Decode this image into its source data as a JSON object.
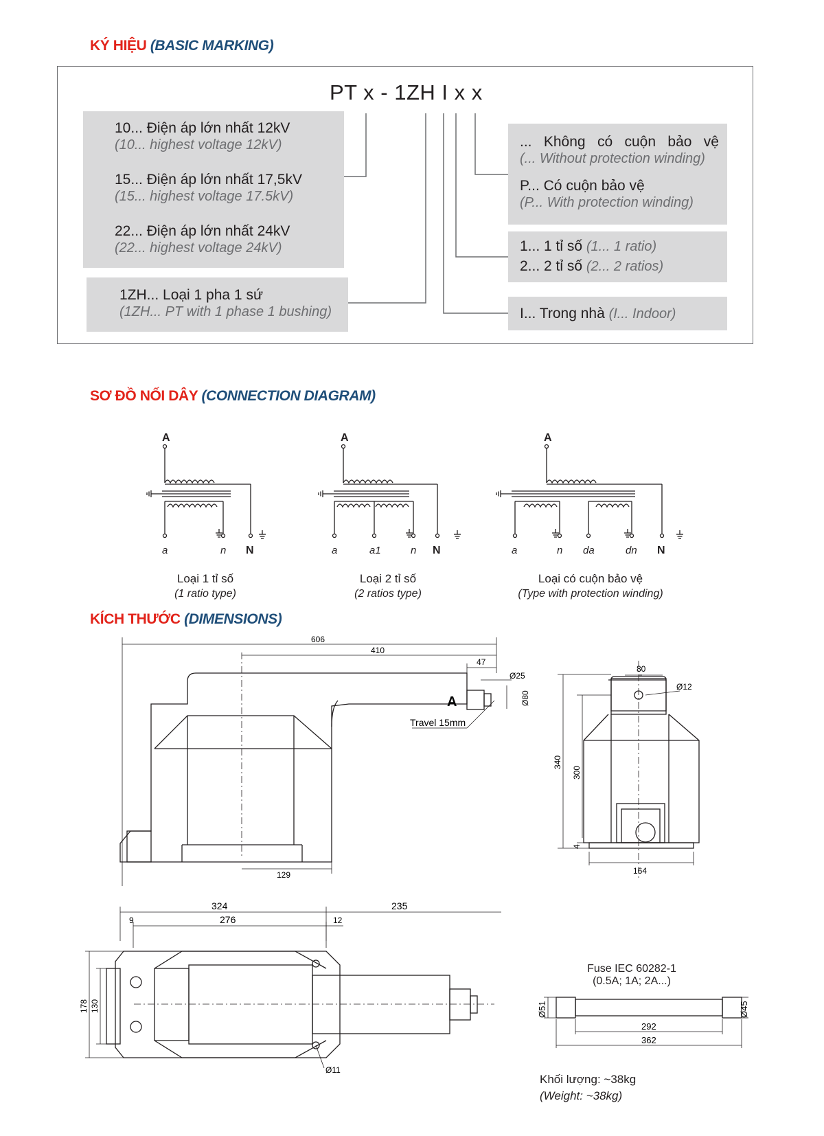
{
  "sections": {
    "marking_vn": "KÝ HIỆU",
    "marking_en": "(BASIC MARKING)",
    "connection_vn": "SƠ ĐỒ NỐI DÂY",
    "connection_en": "(CONNECTION DIAGRAM)",
    "dimensions_vn": "KÍCH THƯỚC",
    "dimensions_en": "(DIMENSIONS)"
  },
  "marking": {
    "code": "PT x - 1ZH I x x",
    "voltage": [
      {
        "vn": "10... Điện áp lớn nhất 12kV",
        "en": "(10... highest voltage 12kV)"
      },
      {
        "vn": "15... Điện áp lớn nhất 17,5kV",
        "en": "(15... highest voltage 17.5kV)"
      },
      {
        "vn": "22... Điện áp lớn nhất 24kV",
        "en": "(22... highest voltage 24kV)"
      }
    ],
    "type": {
      "vn": "1ZH... Loại 1 pha 1 sứ",
      "en": "(1ZH... PT with 1 phase 1 bushing)"
    },
    "protection": [
      {
        "vn": "... Không có cuộn bảo vệ",
        "en": "(... Without protection winding)"
      },
      {
        "vn": "P... Có cuộn bảo vệ",
        "en": "(P... With protection winding)"
      }
    ],
    "ratios": [
      {
        "vn": "1... 1 tỉ số",
        "en": "(1... 1 ratio)"
      },
      {
        "vn": "2... 2 tỉ số",
        "en": "(2... 2 ratios)"
      }
    ],
    "indoor": {
      "vn": "I... Trong nhà",
      "en": "(I... Indoor)"
    }
  },
  "connection": {
    "terminal_A": "A",
    "terminal_N": "N",
    "diagrams": [
      {
        "caption_vn": "Loại 1 tỉ số",
        "caption_en": "(1 ratio type)",
        "labels": [
          "a",
          "n"
        ]
      },
      {
        "caption_vn": "Loại 2 tỉ số",
        "caption_en": "(2 ratios type)",
        "labels": [
          "a",
          "a1",
          "n"
        ]
      },
      {
        "caption_vn": "Loại có cuộn bảo vệ",
        "caption_en": "(Type with protection winding)",
        "labels": [
          "a",
          "n",
          "da",
          "dn"
        ]
      }
    ]
  },
  "dimensions": {
    "side": {
      "d606": "606",
      "d410": "410",
      "d47": "47",
      "d25": "Ø25",
      "d80": "Ø80",
      "terminal": "A",
      "travel": "Travel 15mm",
      "d129": "129"
    },
    "front": {
      "d80": "80",
      "d12": "Ø12",
      "d340": "340",
      "d300": "300",
      "d4": "4",
      "d164": "164"
    },
    "top": {
      "d324": "324",
      "d235": "235",
      "d9": "9",
      "d276": "276",
      "d12": "12",
      "d178": "178",
      "d130": "130",
      "d11": "Ø11"
    },
    "fuse": {
      "title": "Fuse IEC 60282-1",
      "ratings": "(0.5A; 1A; 2A...)",
      "d51": "Ø51",
      "d45": "Ø45",
      "d292": "292",
      "d362": "362"
    },
    "weight_vn": "Khối lượng: ~38kg",
    "weight_en": "(Weight: ~38kg)"
  }
}
